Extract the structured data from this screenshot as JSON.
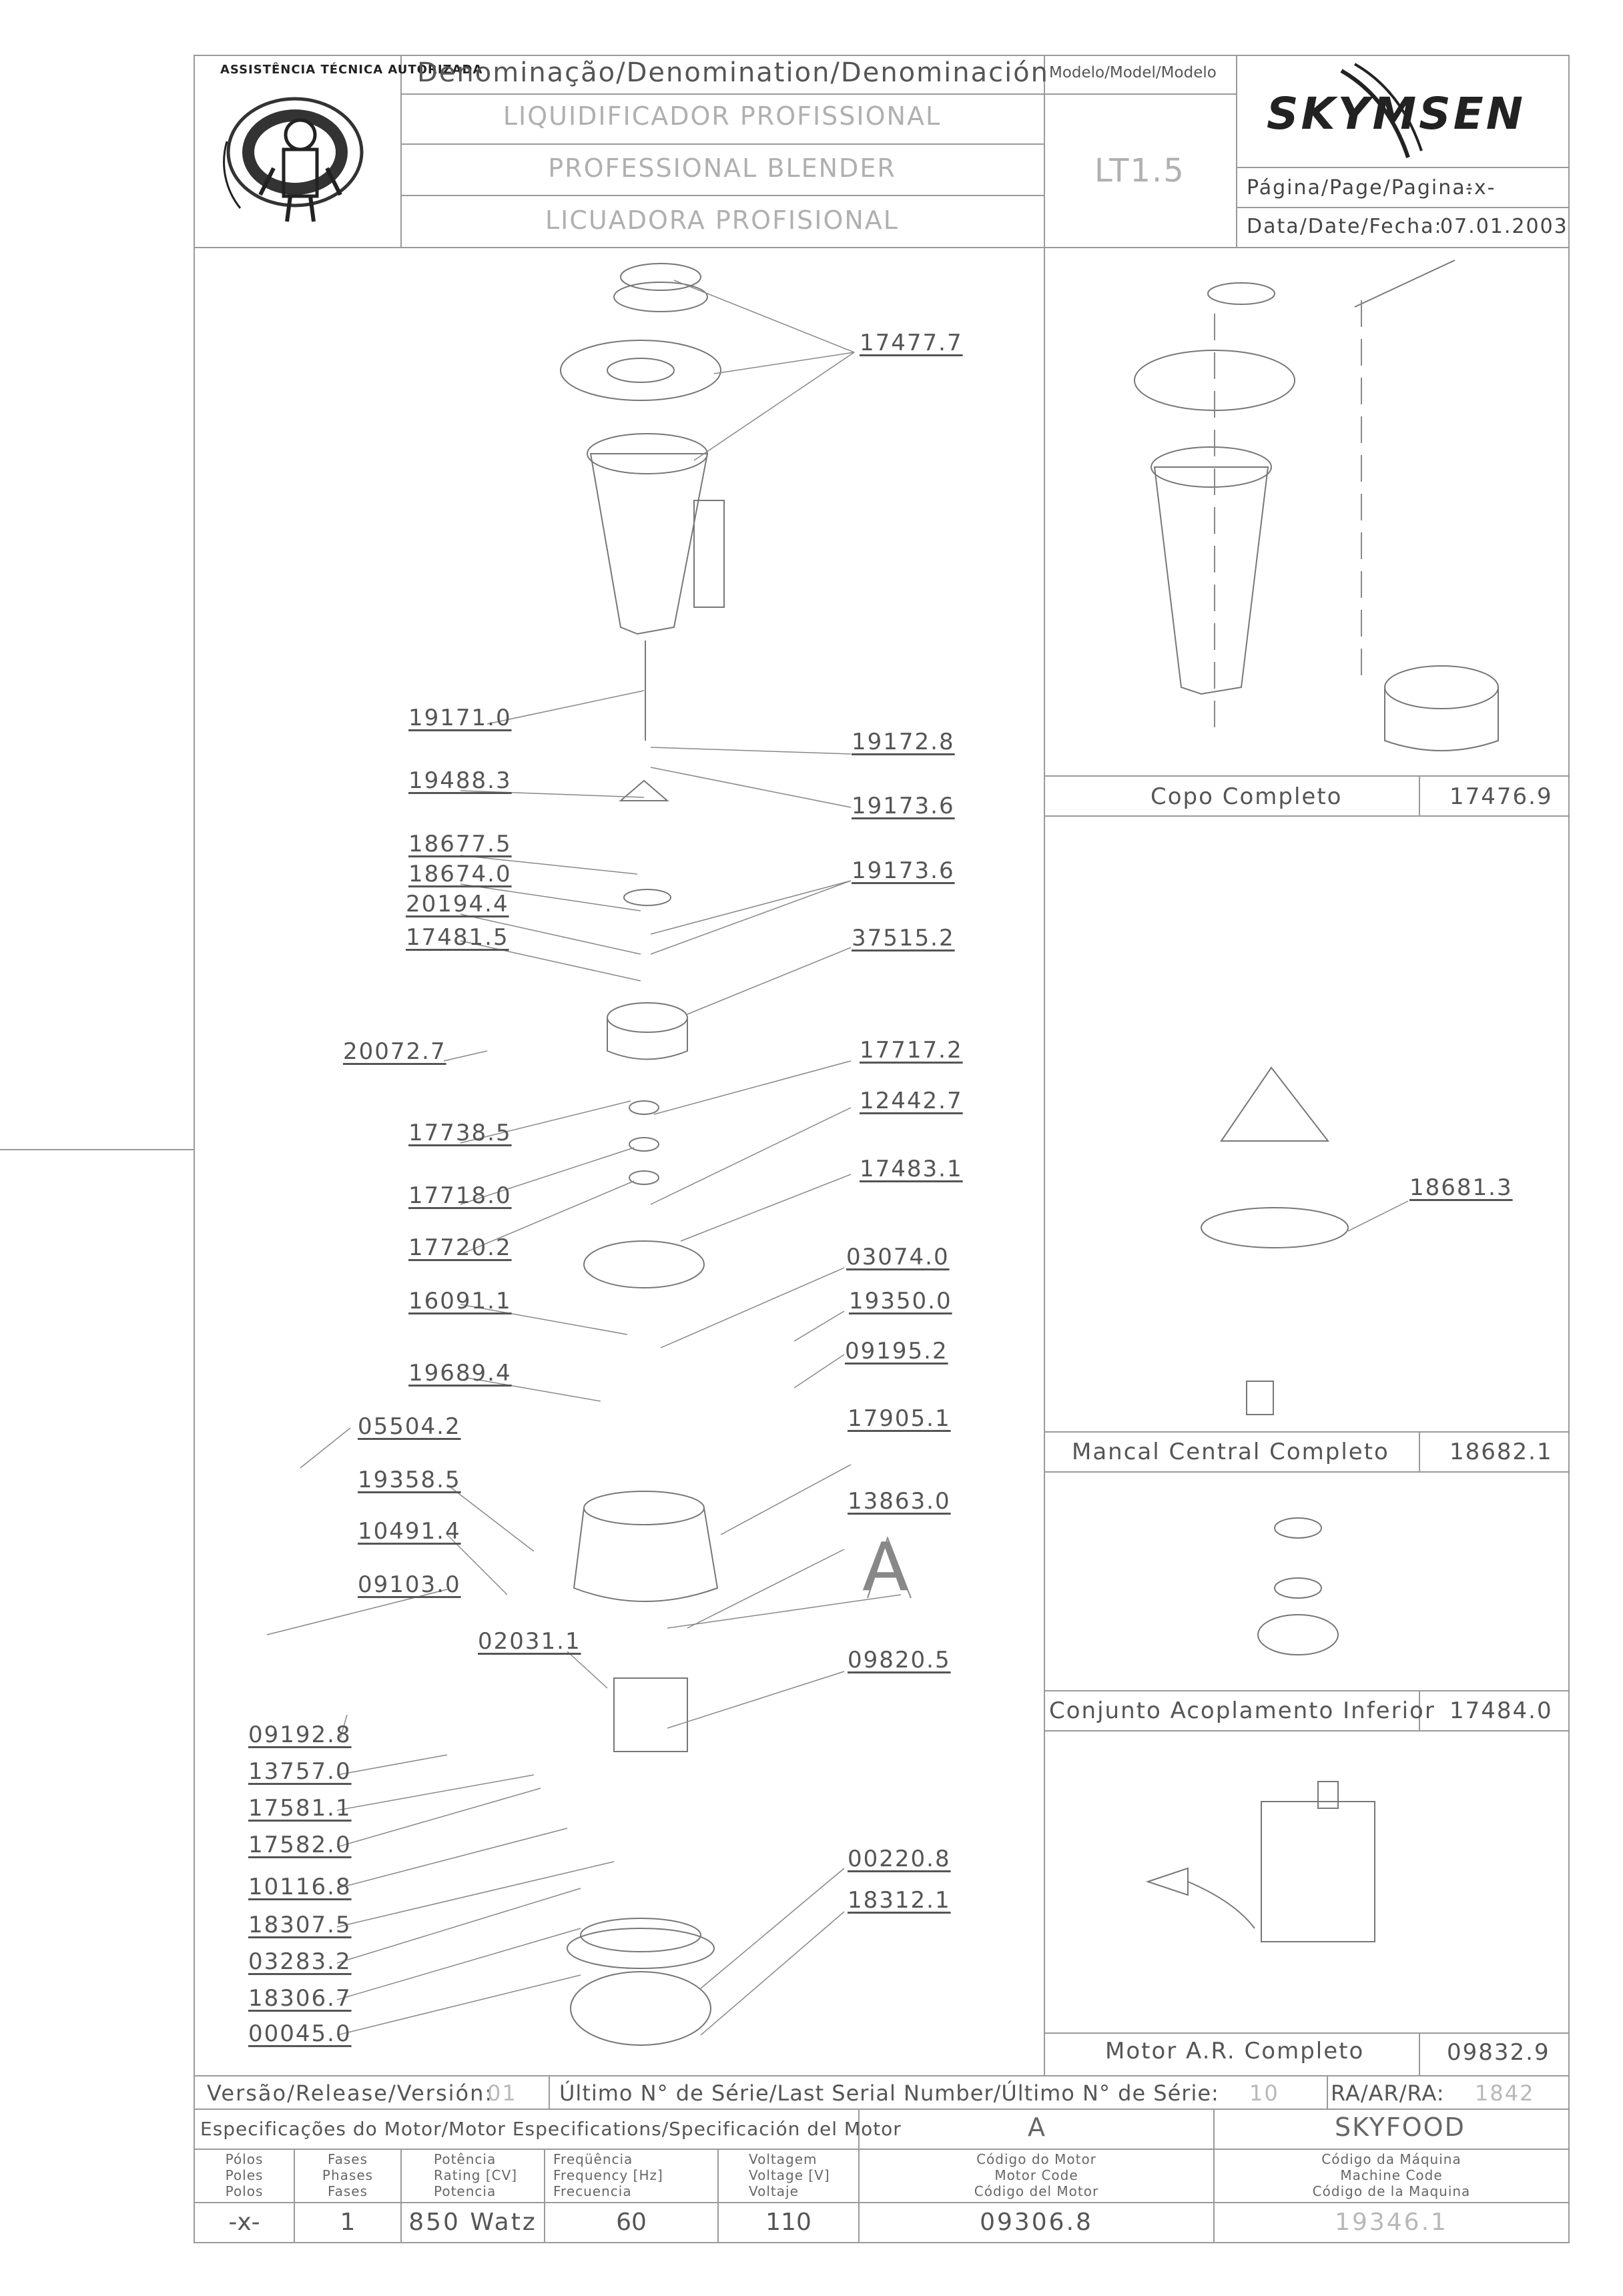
{
  "logo": {
    "text": "ASSISTÊNCIA TÉCNICA AUTORIZADA"
  },
  "header": {
    "denomination_label": "Denominação/Denomination/Denominación",
    "names": [
      "LIQUIDIFICADOR PROFISSIONAL",
      "PROFESSIONAL BLENDER",
      "LICUADORA PROFISIONAL"
    ],
    "model_label": "Modelo/Model/Modelo",
    "model": "LT1.5",
    "brand": "SKYMSEN",
    "page_label": "Página/Page/Pagina:",
    "page_value": "-x-",
    "date_label": "Data/Date/Fecha:",
    "date_value": "07.01.2003"
  },
  "main_parts": [
    "17477.7",
    "19171.0",
    "19172.8",
    "19488.3",
    "19173.6",
    "18677.5",
    "18674.0",
    "19173.6",
    "20194.4",
    "17481.5",
    "37515.2",
    "20072.7",
    "17717.2",
    "17738.5",
    "12442.7",
    "17718.0",
    "17483.1",
    "17720.2",
    "03074.0",
    "16091.1",
    "19350.0",
    "19689.4",
    "09195.2",
    "05504.2",
    "17905.1",
    "19358.5",
    "13863.0",
    "10491.4",
    "09103.0",
    "A",
    "02031.1",
    "09820.5",
    "09192.8",
    "13757.0",
    "17581.1",
    "17582.0",
    "10116.8",
    "18307.5",
    "03283.2",
    "18306.7",
    "00045.0",
    "00220.8",
    "18312.1"
  ],
  "side_panels": [
    {
      "label": "Copo Completo",
      "code": "17476.9"
    },
    {
      "label": "Mancal Central Completo",
      "code": "18682.1",
      "part": "18681.3"
    },
    {
      "label": "Conjunto Acoplamento Inferior",
      "code": "17484.0"
    },
    {
      "label": "Motor A.R. Completo",
      "code": "09832.9"
    }
  ],
  "release": {
    "version_label": "Versão/Release/Versión:",
    "version_value": "01",
    "serial_label": "Último N° de Série/Last Serial Number/Último N° de Série:",
    "serial_value": "10",
    "ra_label": "RA/AR/RA:",
    "ra_value": "1842"
  },
  "spec": {
    "title": "Especificações do Motor/Motor Especifications/Specificación del Motor",
    "col_a": "A",
    "col_b": "SKYFOOD",
    "headers": [
      "Pólos\nPoles\nPolos",
      "Fases\nPhases\nFases",
      "Potência\nRating [CV]\nPotencia",
      "Freqüência\nFrequency [Hz]\nFrecuencia",
      "Voltagem\nVoltage [V]\nVoltaje",
      "Código do Motor\nMotor Code\nCódigo del Motor",
      "Código da Máquina\nMachine Code\nCódigo de la Maquina"
    ],
    "values": [
      "-x-",
      "1",
      "850 Watz",
      "60",
      "110",
      "09306.8",
      "19346.1"
    ]
  }
}
